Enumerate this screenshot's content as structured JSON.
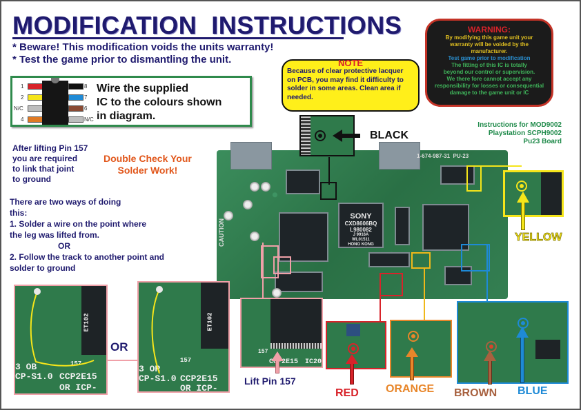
{
  "title": "MODIFICATION  INSTRUCTIONS",
  "warnings": [
    "* Beware! This modification voids the units warranty!",
    "* Test the game prior to dismantling the unit."
  ],
  "warning_box": {
    "title": "WARNING:",
    "yellow_lines": [
      "By modifying this game unit your",
      "warranty will be voided by the",
      "manufacturer."
    ],
    "blue_line": "Test game prior to modification",
    "green_lines": [
      "The fitting of this IC is totally",
      "beyond our control or supervision.",
      "We there fore  cannot accept any",
      "responsibility for losses or consequential",
      "damage to the game unit or IC"
    ]
  },
  "note_box": {
    "title": "NOTE",
    "lines": [
      "Because of clear protective lacquer",
      "on PCB, you may find it difficulty to",
      "solder in some areas. Clean area if",
      "needed."
    ]
  },
  "ic_diagram": {
    "text_lines": [
      "Wire the supplied",
      "IC to the colours shown",
      "in diagram."
    ],
    "left_pins": [
      {
        "label": "1",
        "color": "#d8232a"
      },
      {
        "label": "2",
        "color": "#f5e51a"
      },
      {
        "label": "N/C",
        "color": "#bdbdbd"
      },
      {
        "label": "4",
        "color": "#e07a24"
      }
    ],
    "right_pins": [
      {
        "label": "8",
        "color": "#111111"
      },
      {
        "label": "7",
        "color": "#1e8ad6"
      },
      {
        "label": "6",
        "color": "#8a4a33"
      },
      {
        "label": "N/C",
        "color": "#bdbdbd"
      }
    ]
  },
  "after_lifting": [
    "After lifting Pin 157",
    "you are required",
    "to link that joint",
    "to ground"
  ],
  "double_check": [
    "Double Check Your",
    "Solder Work!"
  ],
  "ways": {
    "line1": "There are two ways of doing",
    "line2": "this:",
    "line3": "1. Solder a wire on the point where",
    "line4": "the leg was lifted from.",
    "or": "OR",
    "line5": "2. Follow the track to another point  and",
    "line6": "solder to ground"
  },
  "info": [
    "Instructions for MOD9002",
    "Playstation SCPH9002",
    "Pu23 Board"
  ],
  "pcb": {
    "chip_main": [
      "SONY",
      "CXD8606BQ",
      "L980082",
      "J 9916A",
      "WL01511",
      "HONG KONG"
    ],
    "board_id": "1-674-987-31  PU-23",
    "caution": "CAUTION"
  },
  "insets": {
    "inset1_labels": [
      "ET102",
      "157",
      "3 OB",
      "CP-S1.0",
      "CCP2E15",
      "OR ICP-"
    ],
    "inset2_labels": [
      "ET102",
      "157",
      "3 OR",
      "CP-S1.0",
      "CCP2E15",
      "OR ICP-"
    ],
    "inset3_labels": [
      "157",
      "CCP2E15",
      "IC20"
    ],
    "or_between": "OR",
    "lift_pin": "Lift Pin 157"
  },
  "wire_labels": {
    "black": "BLACK",
    "yellow": "YELLOW",
    "red": "RED",
    "orange": "ORANGE",
    "brown": "BROWN",
    "blue": "BLUE"
  },
  "colors": {
    "title": "#1f1a6e",
    "black": "#111111",
    "yellow": "#f5e51a",
    "red": "#d8232a",
    "orange": "#e8862a",
    "brown": "#a8613f",
    "blue": "#1e8ad6",
    "pink": "#f0a0a8"
  }
}
